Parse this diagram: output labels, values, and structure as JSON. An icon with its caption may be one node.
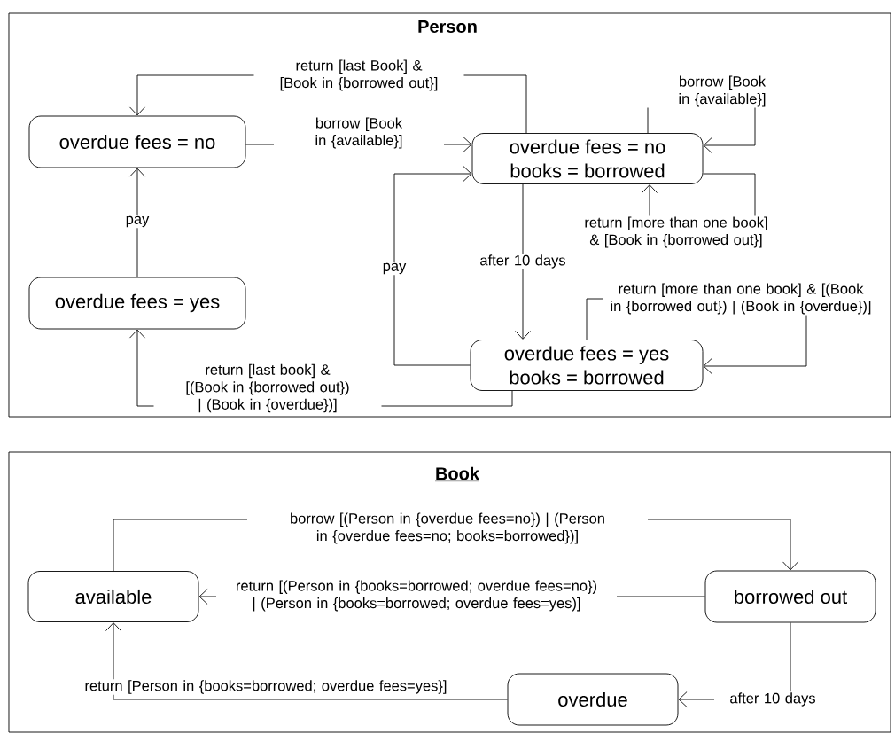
{
  "diagram": {
    "nodes": [
      {
        "text": [
          "Person"
        ]
      },
      {
        "text": [
          "overdue fees = no"
        ],
        "in": 0
      },
      {
        "text": [
          "overdue fees = no",
          "books = borrowed"
        ],
        "in": 0
      },
      {
        "text": [
          "overdue fees = yes"
        ],
        "in": 0
      },
      {
        "text": [
          "overdue fees = yes",
          "books = borrowed"
        ],
        "in": 0
      },
      {
        "text": [
          "Book"
        ]
      },
      {
        "text": [
          "available"
        ],
        "in": 5
      },
      {
        "text": [
          "borrowed out"
        ],
        "in": 5
      },
      {
        "text": [
          "overdue"
        ],
        "in": 5
      }
    ],
    "edges": [
      {
        "from": 2,
        "to": 1,
        "arrow": "to",
        "label": "return [last Book] & [Book in {borrowed out}]"
      },
      {
        "from": 1,
        "to": 2,
        "arrow": "to",
        "label": "borrow [Book in {available}]"
      },
      {
        "from": 2,
        "to": 2,
        "arrow": "to",
        "label": "borrow [Book in {available}]"
      },
      {
        "from": 2,
        "to": 2,
        "arrow": "to",
        "label": "return [more than one book] & [Book in {borrowed out}]"
      },
      {
        "from": 2,
        "to": 4,
        "arrow": "to",
        "label": "after 10 days"
      },
      {
        "from": 4,
        "to": 2,
        "arrow": "to",
        "label": "pay"
      },
      {
        "from": 4,
        "to": 4,
        "arrow": "to",
        "label": "return [more than one book] & [(Book in {borrowed out}) | (Book in {overdue})]"
      },
      {
        "from": 3,
        "to": 1,
        "arrow": "to",
        "label": "pay"
      },
      {
        "from": 4,
        "to": 3,
        "arrow": "to",
        "label": "return [last book] & [(Book in {borrowed out}) | (Book in {overdue})]"
      },
      {
        "from": 6,
        "to": 7,
        "arrow": "to",
        "label": "borrow [(Person in {overdue fees=no}) | (Person in {overdue fees=no; books=borrowed})]"
      },
      {
        "from": 7,
        "to": 6,
        "arrow": "to",
        "label": "return [(Person in {books=borrowed; overdue fees=no}) | (Person in {books=borrowed; overdue fees=yes)]"
      },
      {
        "from": 7,
        "to": 8,
        "arrow": "to",
        "label": "after 10 days"
      },
      {
        "from": 8,
        "to": 6,
        "arrow": "to",
        "label": "return [Person in {books=borrowed; overdue fees=yes}]"
      }
    ]
  }
}
